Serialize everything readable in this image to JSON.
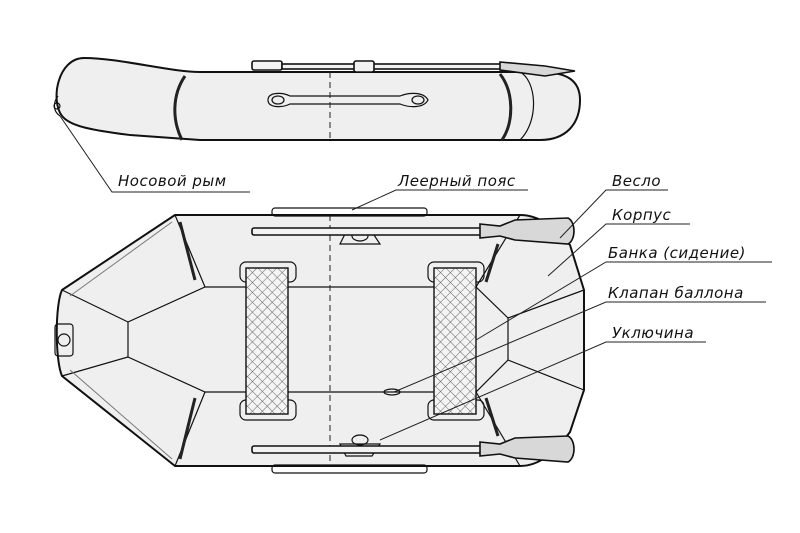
{
  "labels": {
    "bow_ring": "Носовой рым",
    "safety_line": "Леерный пояс",
    "oar": "Весло",
    "hull": "Корпус",
    "seat": "Банка (сидение)",
    "valve": "Клапан баллона",
    "oarlock": "Уключина"
  },
  "colors": {
    "outline": "#111111",
    "fill": "#efefef",
    "seat_mesh": "#9a9a9a"
  }
}
